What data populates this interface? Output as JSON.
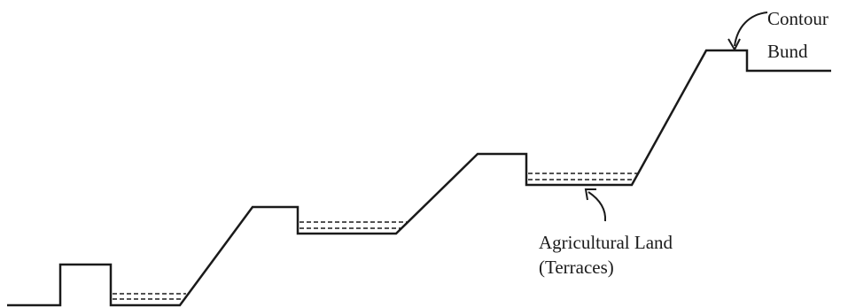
{
  "diagram": {
    "labels": {
      "contour_bund_line1": "Contour",
      "contour_bund_line2": "Bund",
      "agricultural_land_line1": "Agricultural Land",
      "agricultural_land_line2": "(Terraces)"
    },
    "colors": {
      "stroke": "#1a1a1a",
      "background": "#ffffff"
    }
  }
}
